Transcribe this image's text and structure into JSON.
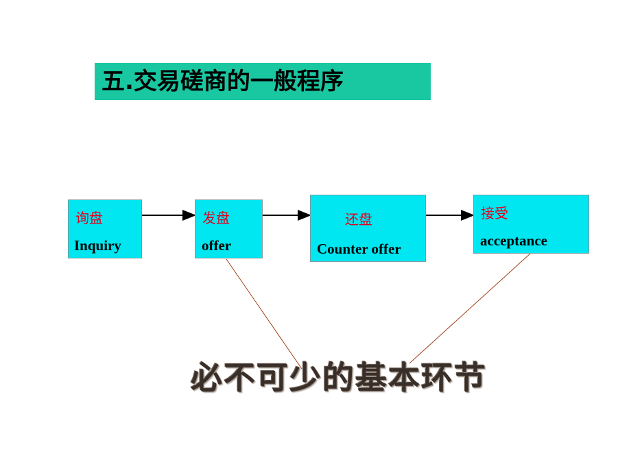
{
  "title": "五.交易磋商的一般程序",
  "steps": [
    {
      "cn": "询盘",
      "en": "Inquiry"
    },
    {
      "cn": "发盘",
      "en": "offer"
    },
    {
      "cn": "还盘",
      "en": "Counter offer"
    },
    {
      "cn": "接受",
      "en": "acceptance"
    }
  ],
  "footer": "必不可少的基本环节",
  "colors": {
    "title_bg": "#19c7a1",
    "box_bg": "#00e7f1",
    "cn_text": "#e4001c",
    "arrow": "#000000",
    "connector": "#a0401a"
  }
}
